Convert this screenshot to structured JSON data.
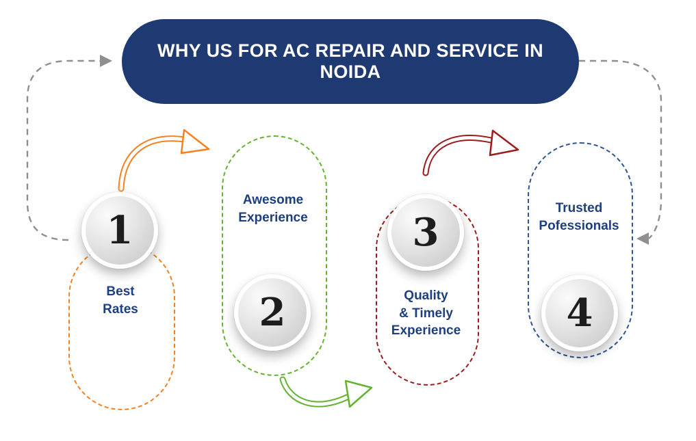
{
  "banner": {
    "title": "WHY US FOR AC REPAIR AND SERVICE IN NOIDA"
  },
  "steps": [
    {
      "number": "1",
      "label": "Best\nRates"
    },
    {
      "number": "2",
      "label": "Awesome\nExperience"
    },
    {
      "number": "3",
      "label": "Quality\n& Timely\nExperience"
    },
    {
      "number": "4",
      "label": "Trusted\nPofessionals"
    }
  ],
  "colors": {
    "banner_bg": "#1f3a72",
    "title_text": "#ffffff",
    "label_text": "#1e3f7f",
    "number_text": "#1d1d1d",
    "step1_accent": "#f5821f",
    "step2_accent": "#63b32e",
    "step3_accent": "#9c1b1c",
    "step4_accent": "#2f5496",
    "connector": "#8f8f8f"
  }
}
